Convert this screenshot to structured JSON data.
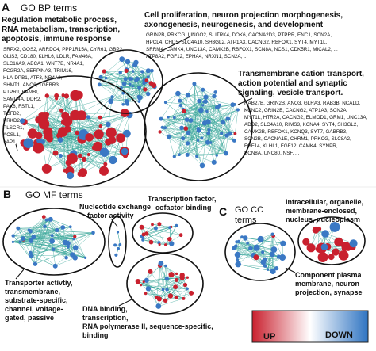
{
  "panels": {
    "a": {
      "letter": "A",
      "title": "GO BP terms",
      "cluster1": {
        "title_lines": [
          "Regulation metabolic process,",
          "RNA metabolism, transcription,",
          "apoptosis, immune response"
        ],
        "genes": [
          "SRPX2, GOS2, ARRDC4, PPP1R15A, CYR61, GBP2,",
          "GLIS3, CD180, KLHL6, LDLR, FAM46A,",
          "SLC16A9, ABCA1, WNT7B, NR4A1,",
          "FCGR2A, SERPINA3, TRIM16,",
          "HLA-DPB1, ATF3, NR4A2,",
          "SHMT1, ANO6, TGFBR3,",
          "PTPRJ, BAMBI,",
          "SAMD4A, DDR2,",
          "PAX6, FSTL1,",
          "TGFB2,",
          "PRKD2,",
          "PLSCR1,",
          "ACSL1,",
          "YAP1, ..."
        ]
      },
      "cluster2": {
        "title_lines": [
          "Cell proliferation, neuron projection morphogenesis,",
          "axonogenesis, neurogenesis, and development"
        ],
        "genes": [
          "GRIN2B, PRKCG, LINGO2, SLITRK4, DOK6, CACNA2D3, PTPRR, ENC1, SCN2A,",
          "HPCL4, CHD5, SLC4A10, SH3GL2, ATP1A3, CACNG2, RBFOX1, SYT4, MYT1L,",
          "SRRM4, CAMK4, UNC13A, CAMK2B, RBFOX1, SCN8A, NCS1, CDK5R1, MICAL2, ...",
          "ATP8A2, FGF12, EPHA4, NRXN1, SCN2A, ..."
        ]
      },
      "cluster3": {
        "title_lines": [
          "Transmembrane cation transport,",
          "action potential and synaptic",
          "signaling, vesicle transport."
        ],
        "genes": [
          "RAB27B, GRIN2B, ANO3, GLRA3, RAB3B, NCALD,",
          "KCNC2, GRIN2B, CACNG2, ATP1A3, SCN2A,",
          "MYT1L, HTR2A, CACNG2, ELMOD1, GRM1, UNC13A,",
          "ADD2, SLC4A10, RIMS3, KCNA4, SYT4, SH3GL2,",
          "CAMK2B, RBFOX1, KCNQ3, SYT7, GABRB3,",
          "SCN2B, CACNA1E, CHRM1, PRKCG, SLC8A2,",
          "FGF14, KLHL1, FGF12, CAMK4, SYNPR,",
          "SCN8A, UNC80, NSF, ..."
        ]
      }
    },
    "b": {
      "letter": "B",
      "title": "GO MF terms",
      "label1_lines": [
        "Nucleotide exchange",
        "factor activity"
      ],
      "label2_lines": [
        "Transcription factor,",
        "cofactor binding"
      ],
      "label3_lines": [
        "Transporter activtiy,",
        "transmembrane,",
        "substrate-specific,",
        "channel, voltage-",
        "gated, passive"
      ],
      "label4_lines": [
        "DNA binding,",
        "transcription,",
        "RNA polymerase II, sequence-specific,",
        "binding"
      ]
    },
    "c": {
      "letter": "C",
      "title_lines": [
        "GO CC",
        "terms"
      ],
      "label1_lines": [
        "Intracellular, organelle,",
        "membrane-enclosed,",
        "nucleus, nucleoplasm"
      ],
      "label2_lines": [
        "Component plasma",
        "membrane, neuron",
        "projection, synapse"
      ]
    },
    "legend": {
      "up_label": "UP",
      "down_label": "DOWN",
      "color_up": "#c9202e",
      "color_down": "#2f74c2"
    }
  },
  "colors": {
    "edge": "#3aa79a",
    "node_red": "#c9202e",
    "node_blue": "#3a78c4"
  }
}
